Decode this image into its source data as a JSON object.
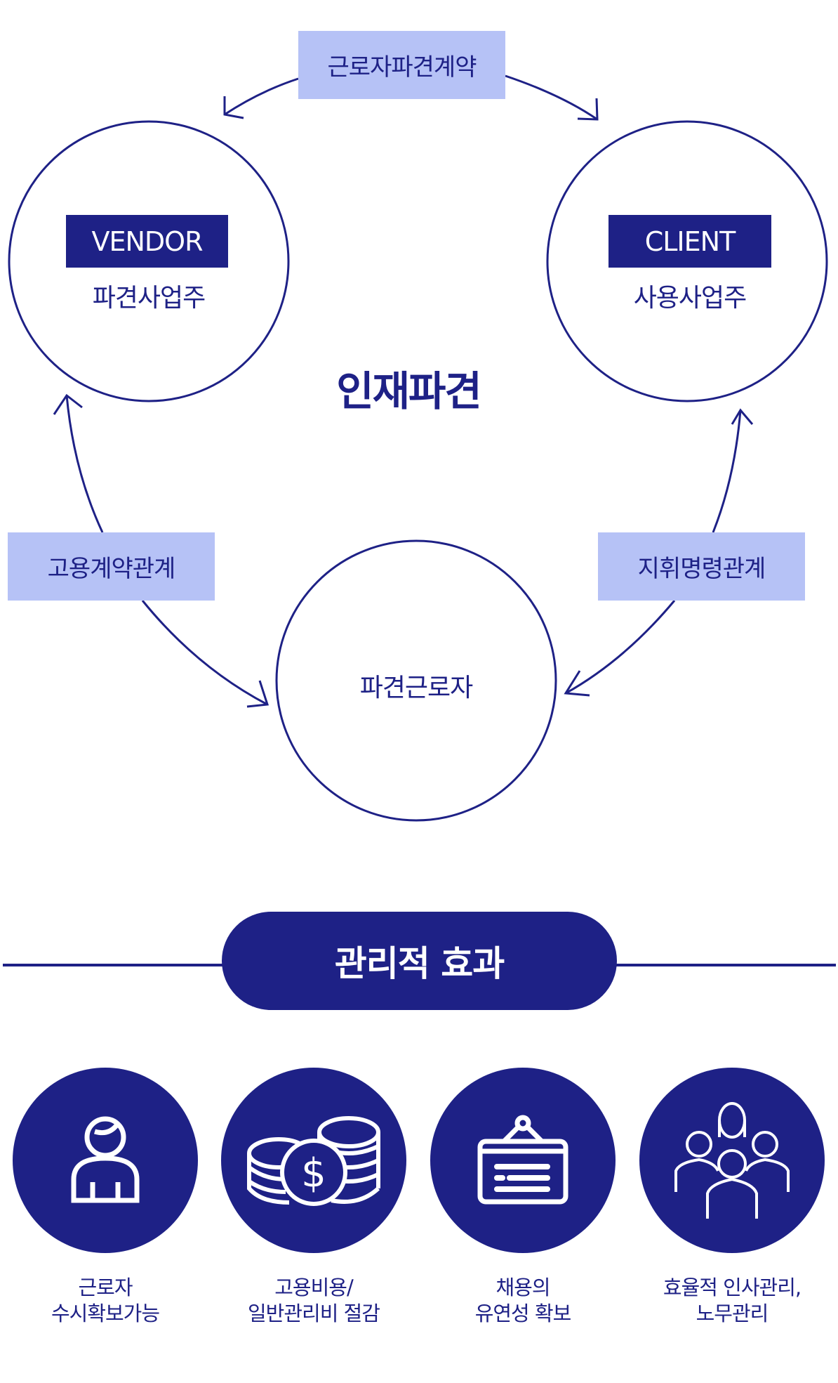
{
  "diagram": {
    "title": "인재파견",
    "contract_label": "근로자파견계약",
    "employment_label": "고용계약관계",
    "command_label": "지휘명령관계",
    "vendor": {
      "tag": "VENDOR",
      "name": "파견사업주"
    },
    "client": {
      "tag": "CLIENT",
      "name": "사용사업주"
    },
    "worker": {
      "name": "파견근로자"
    }
  },
  "effects": {
    "heading": "관리적 효과",
    "items": [
      {
        "icon": "person-icon",
        "line1": "근로자",
        "line2": "수시확보가능"
      },
      {
        "icon": "coins-dollar-icon",
        "line1": "고용비용/",
        "line2": "일반관리비 절감"
      },
      {
        "icon": "signboard-icon",
        "line1": "채용의",
        "line2": "유연성 확보"
      },
      {
        "icon": "group-people-icon",
        "line1": "효율적 인사관리,",
        "line2": "노무관리"
      }
    ]
  },
  "colors": {
    "primary": "#1e2186",
    "label_bg": "#b6c2f6"
  }
}
